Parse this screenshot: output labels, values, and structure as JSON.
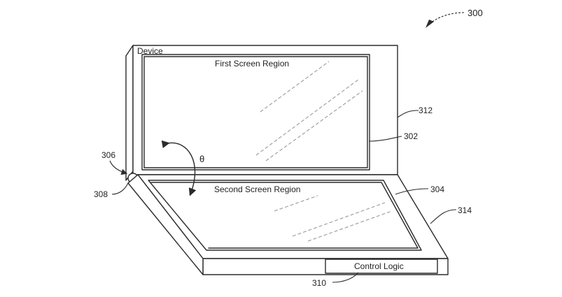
{
  "figure": {
    "ref_number": "300",
    "device_label": "Device",
    "first_screen_label": "First Screen Region",
    "second_screen_label": "Second Screen Region",
    "angle_symbol": "θ",
    "control_logic_label": "Control Logic"
  },
  "reference_numerals": {
    "first_screen": "302",
    "second_screen": "304",
    "hinge_top": "306",
    "hinge_side": "308",
    "control_logic": "310",
    "first_housing": "312",
    "second_housing": "314"
  }
}
